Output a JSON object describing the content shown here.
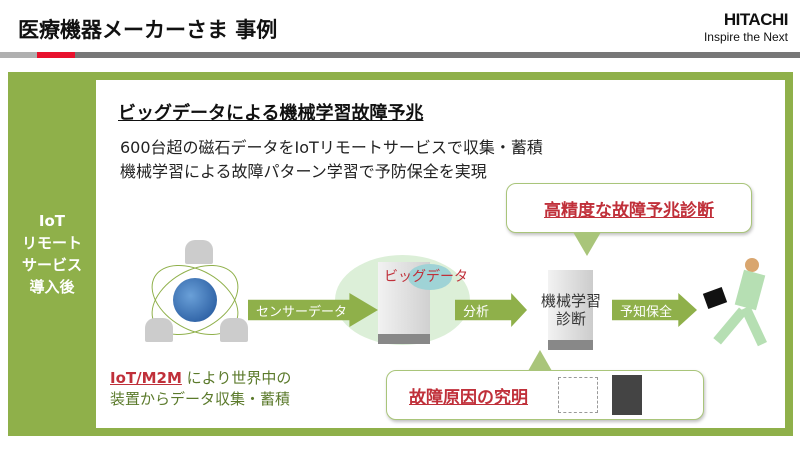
{
  "header": {
    "title": "医療機器メーカーさま 事例",
    "logo_name": "HITACHI",
    "logo_tagline": "Inspire the Next"
  },
  "sidebar": {
    "lines": [
      "IoT",
      "リモート",
      "サービス",
      "導入後"
    ]
  },
  "main": {
    "heading": "ビッグデータによる機械学習故障予兆",
    "lines": [
      "600台超の磁石データをIoTリモートサービスで収集・蓄積",
      "機械学習による故障パターン学習で予防保全を実現"
    ],
    "callout_top": "高精度な故障予兆診断",
    "callout_bottom": "故障原因の究明",
    "flow": {
      "arrow1": "センサーデータ",
      "bigdata": "ビッグデータ",
      "arrow2": "分析",
      "ml_line1": "機械学習",
      "ml_line2": "診断",
      "arrow3": "予知保全"
    },
    "caption": {
      "highlight": "IoT/M2M",
      "line1_rest": " により世界中の",
      "line2": "装置からデータ収集・蓄積"
    }
  },
  "colors": {
    "green": "#8fb04a",
    "red": "#e8112d",
    "callout_text": "#c0303a"
  }
}
